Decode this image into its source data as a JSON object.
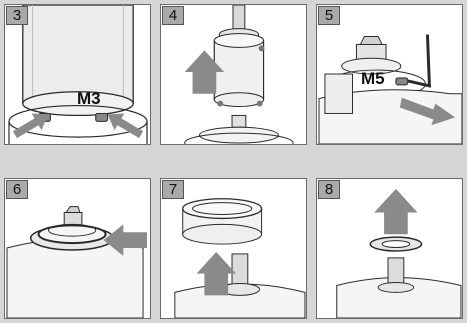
{
  "steps": [
    {
      "number": "3",
      "label": "M3"
    },
    {
      "number": "4"
    },
    {
      "number": "5",
      "label": "M5"
    },
    {
      "number": "6"
    },
    {
      "number": "7"
    },
    {
      "number": "8"
    }
  ],
  "colors": {
    "arrow": "#8a8a8a",
    "outline": "#2a2a2a",
    "part_fill": "#e9e9e9",
    "panel_bg": "#ffffff",
    "page_bg": "#d6d6d6"
  }
}
